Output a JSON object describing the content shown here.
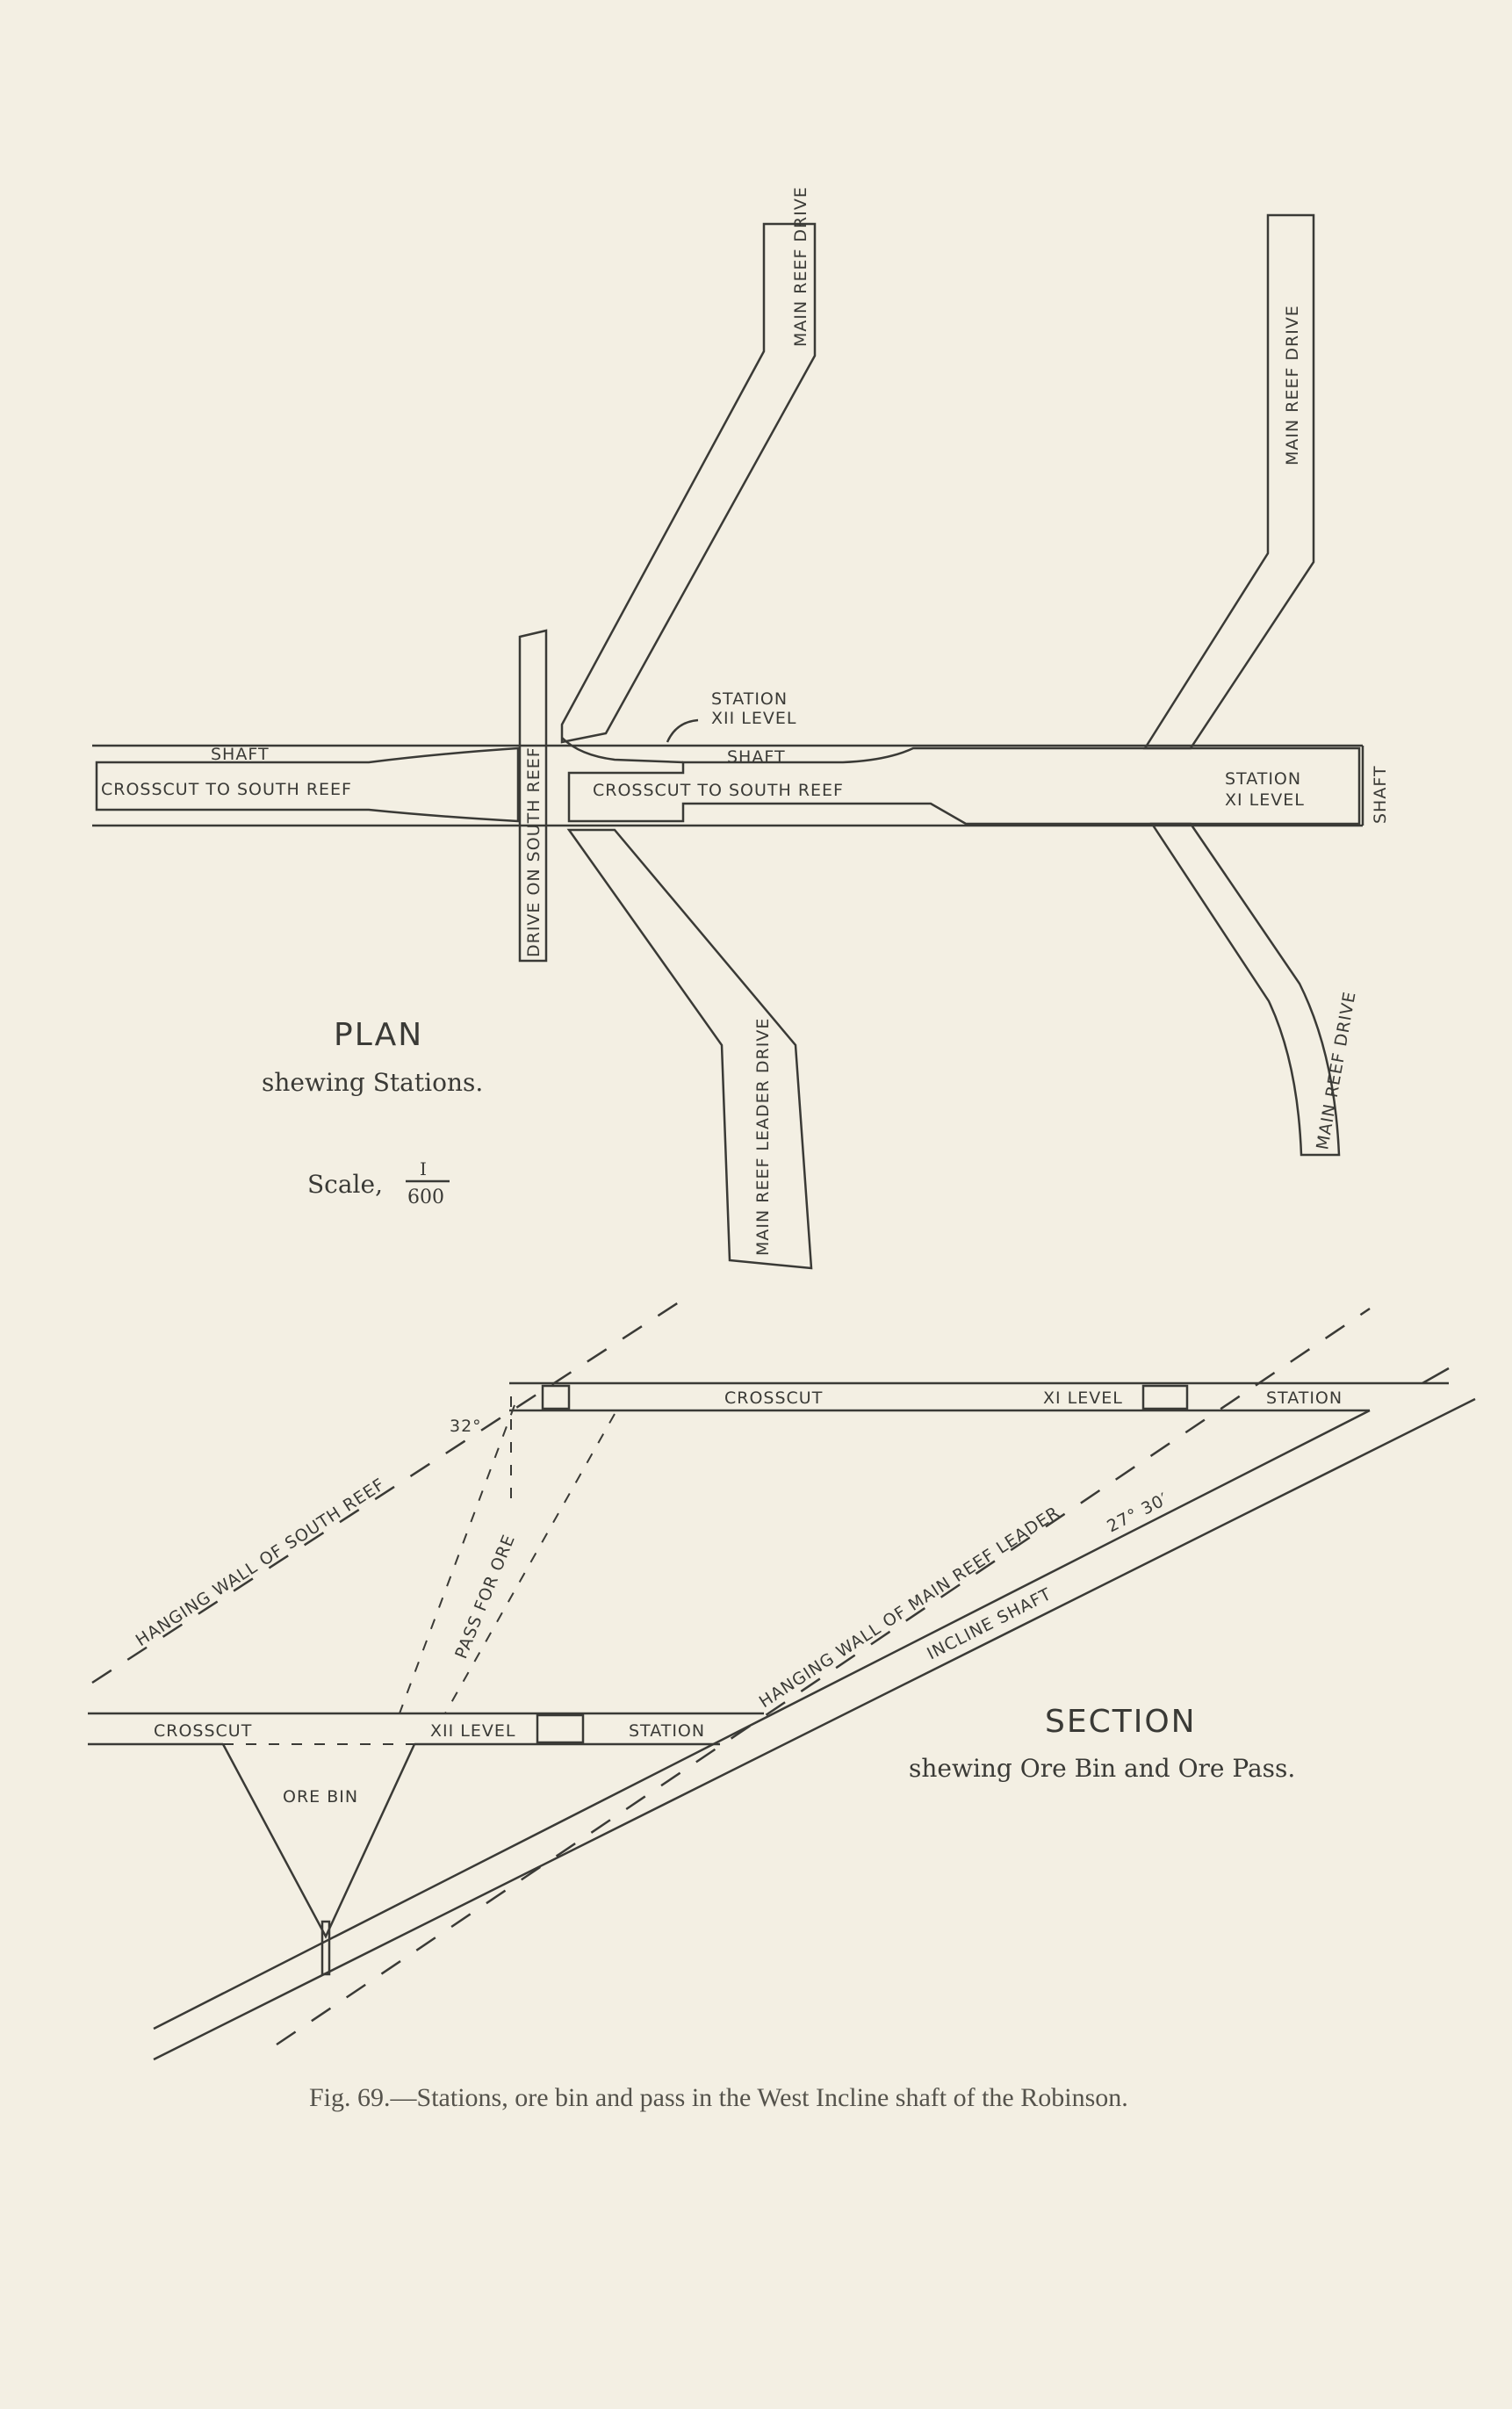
{
  "plan": {
    "title": "PLAN",
    "subtitle": "shewing Stations.",
    "scale_label": "Scale,",
    "scale_numerator": "I",
    "scale_denominator": "600",
    "labels": {
      "main_reef_drive_top": "MAIN REEF DRIVE",
      "main_reef_drive_right": "MAIN REEF DRIVE",
      "main_reef_drive_lower": "MAIN REEF DRIVE",
      "main_reef_leader_drive": "MAIN REEF LEADER DRIVE",
      "drive_on_south_reef": "DRIVE ON SOUTH REEF",
      "station_xii_level_1": "STATION",
      "station_xii_level_2": "XII LEVEL",
      "shaft_left": "SHAFT",
      "shaft_mid": "SHAFT",
      "shaft_right": "SHAFT",
      "crosscut_left": "CROSSCUT TO SOUTH REEF",
      "crosscut_mid": "CROSSCUT TO SOUTH REEF",
      "station_xi_1": "STATION",
      "station_xi_2": "XI LEVEL"
    }
  },
  "section": {
    "title": "SECTION",
    "subtitle": "shewing Ore Bin and Ore Pass.",
    "labels": {
      "crosscut_upper": "CROSSCUT",
      "xi_level": "XI LEVEL",
      "station_upper": "STATION",
      "angle_32": "32°",
      "hanging_wall_south": "HANGING WALL OF SOUTH REEF",
      "pass_for_ore": "PASS FOR ORE",
      "hanging_wall_main": "HANGING WALL OF MAIN REEF LEADER",
      "incline_shaft": "INCLINE SHAFT",
      "angle_27": "27° 30′",
      "crosscut_lower": "CROSSCUT",
      "xii_level": "XII LEVEL",
      "station_lower": "STATION",
      "ore_bin": "ORE BIN"
    }
  },
  "caption": "Fig. 69.—Stations, ore bin and pass in the West Incline shaft of the Robinson."
}
